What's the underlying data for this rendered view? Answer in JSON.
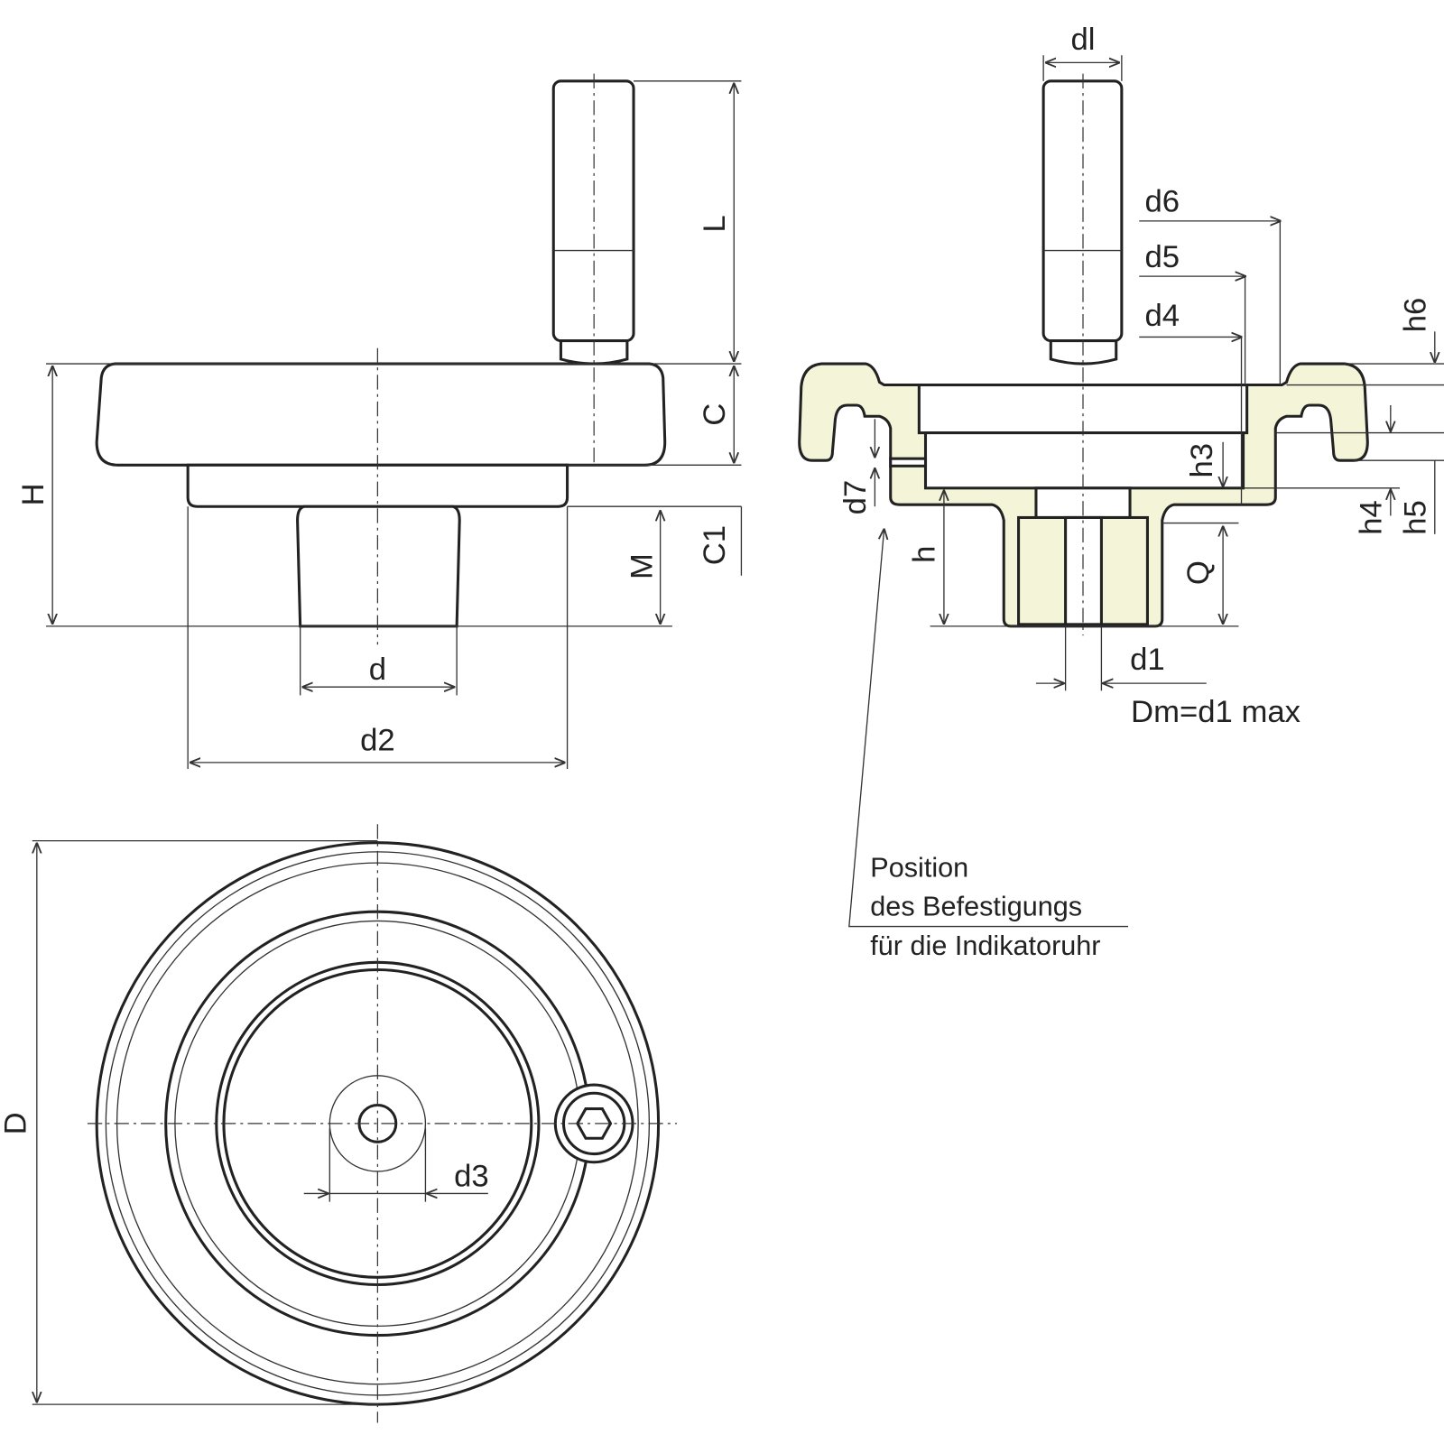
{
  "labels": {
    "L": "L",
    "C": "C",
    "C1": "C1",
    "M": "M",
    "H": "H",
    "d": "d",
    "d2": "d2",
    "dl": "dl",
    "d6": "d6",
    "d5": "d5",
    "d4": "d4",
    "h6": "h6",
    "h3": "h3",
    "h4": "h4",
    "h5": "h5",
    "d7": "d7",
    "h": "h",
    "Q": "Q",
    "d1": "d1",
    "dm": "Dm=d1 max",
    "D": "D",
    "d3": "d3"
  },
  "note": {
    "line1": "Position",
    "line2": "des Befestigungs",
    "line3": "für die Indikatoruhr"
  },
  "colors": {
    "section_fill": "#f4f4d8",
    "line": "#222222"
  }
}
